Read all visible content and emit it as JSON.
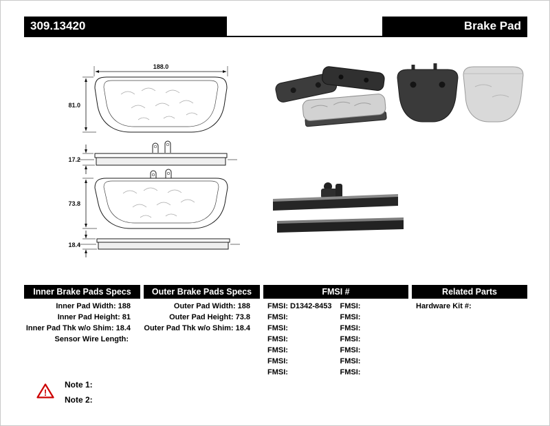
{
  "header": {
    "part_number": "309.13420",
    "product_type": "Brake Pad"
  },
  "drawing": {
    "inner_pad": {
      "width": "188.0",
      "height": "81.0",
      "thickness": "17.2"
    },
    "outer_pad": {
      "height": "73.8",
      "thickness": "18.4"
    }
  },
  "spec_table": {
    "inner": {
      "header": "Inner Brake Pads Specs",
      "rows": [
        {
          "label": "Inner Pad Width:",
          "value": "188"
        },
        {
          "label": "Inner Pad Height:",
          "value": "81"
        },
        {
          "label": "Inner Pad Thk w/o Shim:",
          "value": "18.4"
        },
        {
          "label": "Sensor Wire Length:",
          "value": ""
        }
      ]
    },
    "outer": {
      "header": "Outer Brake Pads Specs",
      "rows": [
        {
          "label": "Outer Pad Width:",
          "value": "188"
        },
        {
          "label": "Outer Pad Height:",
          "value": "73.8"
        },
        {
          "label": "Outer Pad Thk w/o Shim:",
          "value": "18.4"
        }
      ]
    },
    "fmsi": {
      "header": "FMSI #",
      "col1": [
        {
          "label": "FMSI:",
          "value": "D1342-8453"
        },
        {
          "label": "FMSI:",
          "value": ""
        },
        {
          "label": "FMSI:",
          "value": ""
        },
        {
          "label": "FMSI:",
          "value": ""
        },
        {
          "label": "FMSI:",
          "value": ""
        },
        {
          "label": "FMSI:",
          "value": ""
        },
        {
          "label": "FMSI:",
          "value": ""
        }
      ],
      "col2": [
        {
          "label": "FMSI:",
          "value": ""
        },
        {
          "label": "FMSI:",
          "value": ""
        },
        {
          "label": "FMSI:",
          "value": ""
        },
        {
          "label": "FMSI:",
          "value": ""
        },
        {
          "label": "FMSI:",
          "value": ""
        },
        {
          "label": "FMSI:",
          "value": ""
        },
        {
          "label": "FMSI:",
          "value": ""
        }
      ]
    },
    "related": {
      "header": "Related Parts",
      "rows": [
        {
          "label": "Hardware Kit #:",
          "value": ""
        }
      ]
    }
  },
  "notes": {
    "items": [
      {
        "label": "Note 1:"
      },
      {
        "label": "Note 2:"
      }
    ]
  }
}
